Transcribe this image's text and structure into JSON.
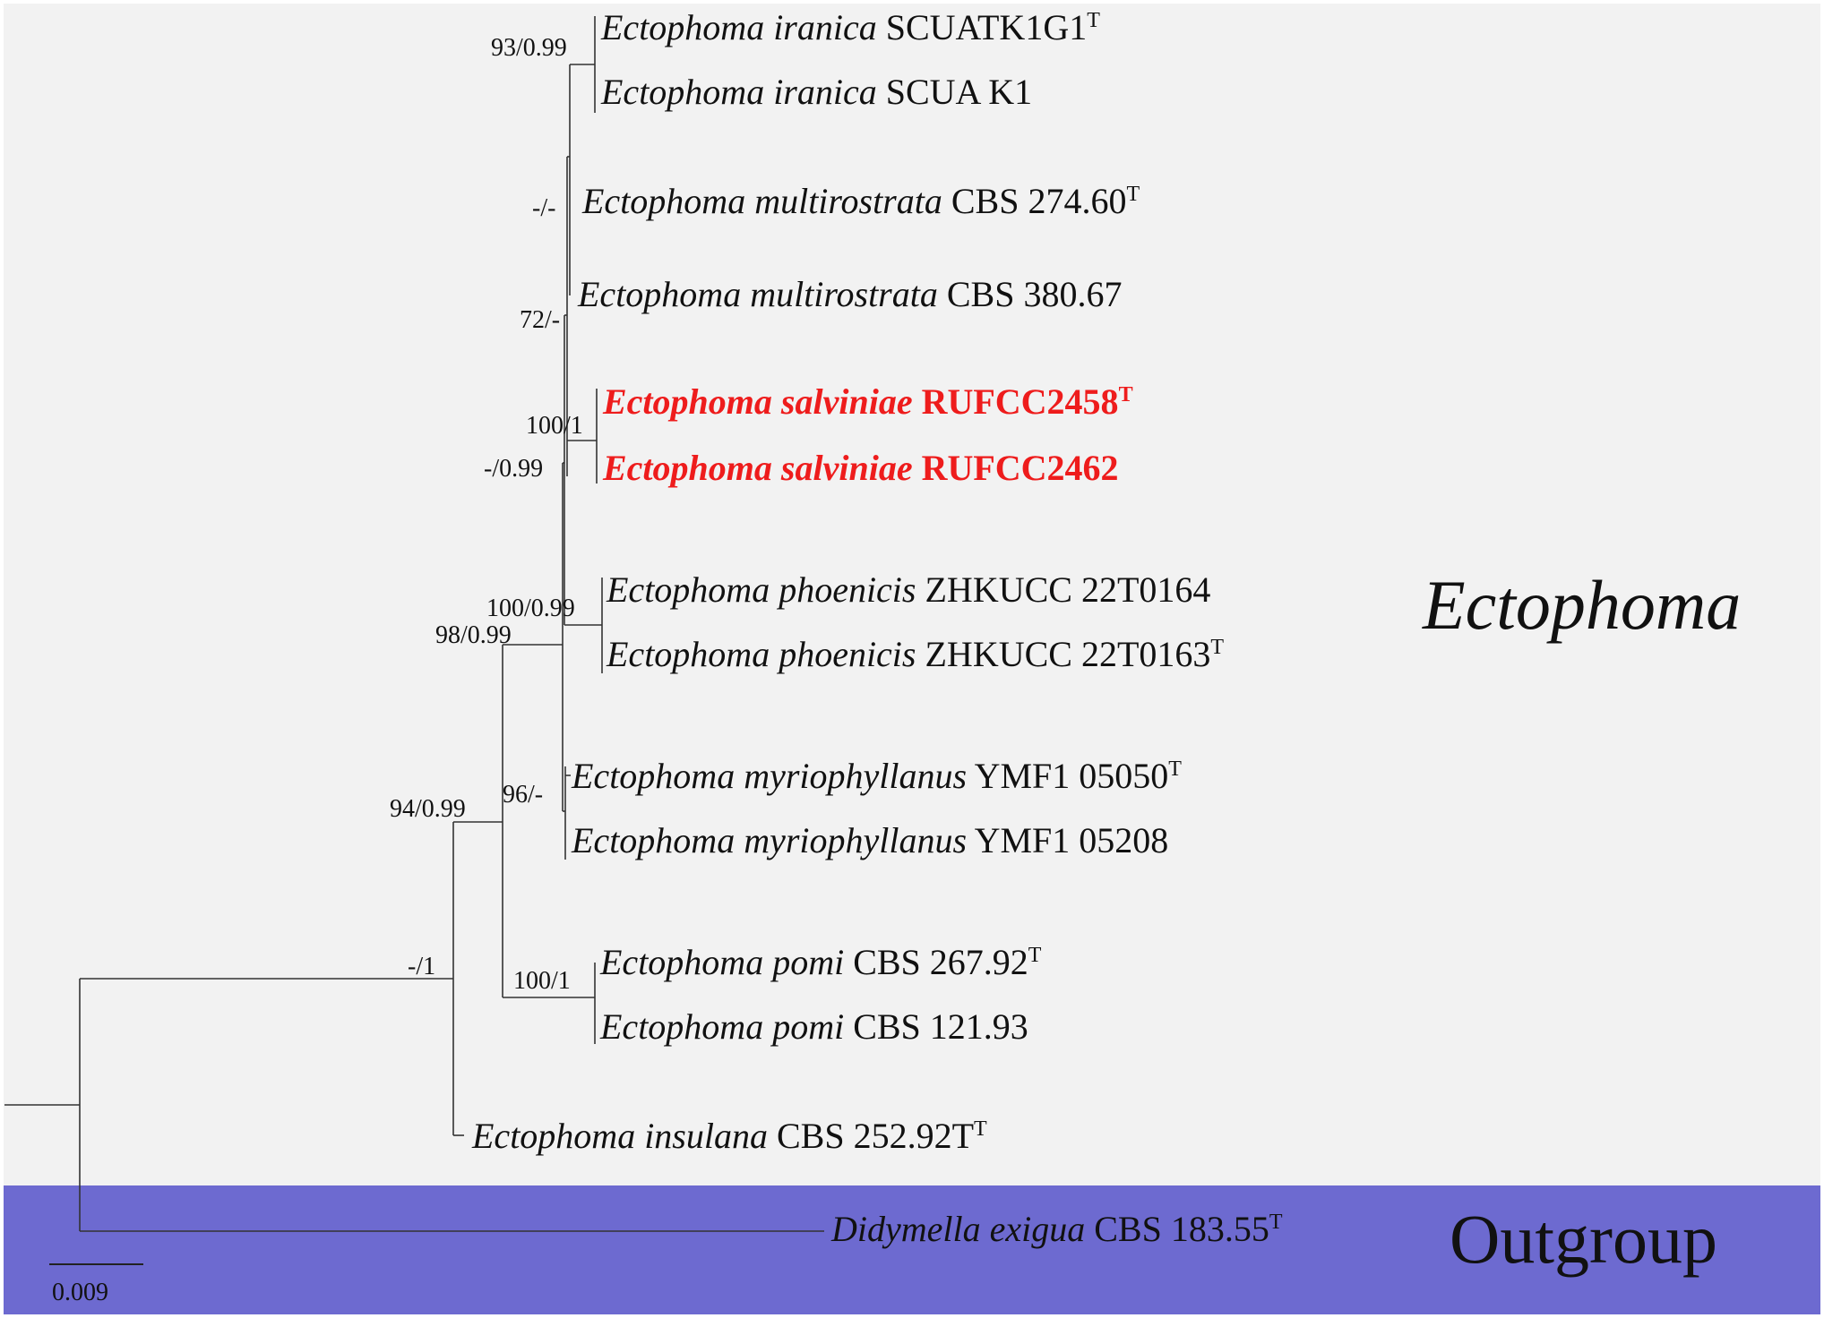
{
  "colors": {
    "ingroup_background": "#f2f2f2",
    "outgroup_background": "#6d6ad0",
    "branch": "#333333",
    "text": "#111111",
    "highlight": "#ee1c1c"
  },
  "clades": {
    "ingroup_label": "Ectophoma",
    "outgroup_label": "Outgroup"
  },
  "taxa": [
    {
      "genus": "Ectophoma",
      "epithet": "iranica",
      "strain": "SCUATK1G1",
      "type": "T",
      "highlight": false
    },
    {
      "genus": "Ectophoma",
      "epithet": "iranica",
      "strain": "SCUA K1",
      "type": "",
      "highlight": false
    },
    {
      "genus": "Ectophoma",
      "epithet": "multirostrata",
      "strain": "CBS 274.60",
      "type": "T",
      "highlight": false
    },
    {
      "genus": "Ectophoma",
      "epithet": "multirostrata",
      "strain": "CBS 380.67",
      "type": "",
      "highlight": false
    },
    {
      "genus": "Ectophoma",
      "epithet": "salviniae",
      "strain": "RUFCC2458",
      "type": "T",
      "highlight": true
    },
    {
      "genus": "Ectophoma",
      "epithet": "salviniae",
      "strain": "RUFCC2462",
      "type": "",
      "highlight": true
    },
    {
      "genus": "Ectophoma",
      "epithet": "phoenicis",
      "strain": "ZHKUCC 22T0164",
      "type": "",
      "highlight": false
    },
    {
      "genus": "Ectophoma",
      "epithet": "phoenicis",
      "strain": "ZHKUCC 22T0163",
      "type": "T",
      "highlight": false
    },
    {
      "genus": "Ectophoma",
      "epithet": "myriophyllanus",
      "strain": "YMF1 05050",
      "type": "T",
      "highlight": false
    },
    {
      "genus": "Ectophoma",
      "epithet": "myriophyllanus",
      "strain": "YMF1 05208",
      "type": "",
      "highlight": false
    },
    {
      "genus": "Ectophoma",
      "epithet": "pomi",
      "strain": "CBS 267.92",
      "type": "T",
      "highlight": false
    },
    {
      "genus": "Ectophoma",
      "epithet": "pomi",
      "strain": "CBS 121.93",
      "type": "",
      "highlight": false
    },
    {
      "genus": "Ectophoma",
      "epithet": "insulana",
      "strain": "CBS 252.92T",
      "type": "T",
      "highlight": false
    },
    {
      "genus": "Didymella",
      "epithet": "exigua",
      "strain": "CBS 183.55",
      "type": "T",
      "highlight": false
    }
  ],
  "support_values": [
    "93/0.99",
    "-/-",
    "72/-",
    "100/1",
    "-/0.99",
    "100/0.99",
    "98/0.99",
    "96/-",
    "94/0.99",
    "100/1",
    "-/1"
  ],
  "scale_bar": {
    "label": "0.009"
  }
}
